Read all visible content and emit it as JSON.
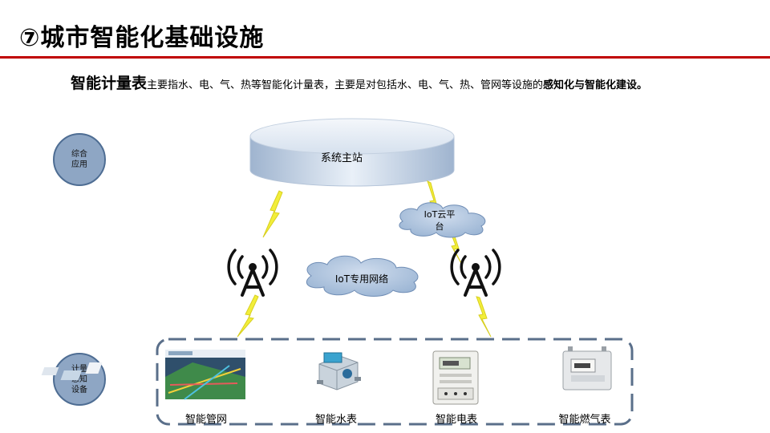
{
  "title": "⑦城市智能化基础设施",
  "intro": {
    "lead": "智能计量表",
    "text": "主要指水、电、气、热等智能化计量表，主要是对包括水、电、气、热、管网等设施的",
    "bold": "感知化与智能化",
    "end": "建设。"
  },
  "layers": {
    "top": "综合\n应用",
    "bottom": "计量\n感知\n设备"
  },
  "nodes": {
    "master_station": "系统主站",
    "iot_cloud_line1": "IoT云平",
    "iot_cloud_line2": "台",
    "iot_network": "IoT专用网络"
  },
  "devices": [
    {
      "label": "智能管网",
      "icon": "pipe-network-screenshot"
    },
    {
      "label": "智能水表",
      "icon": "water-meter-icon"
    },
    {
      "label": "智能电表",
      "icon": "electric-meter-icon"
    },
    {
      "label": "智能燃气表",
      "icon": "gas-meter-icon"
    }
  ],
  "colors": {
    "title_rule": "#c00000",
    "layer_circle": "#8ea6c4",
    "cloud_fill": "#a8c0dc",
    "lightning": "#f2ee3a",
    "dashed_border": "#5a6f8a"
  }
}
